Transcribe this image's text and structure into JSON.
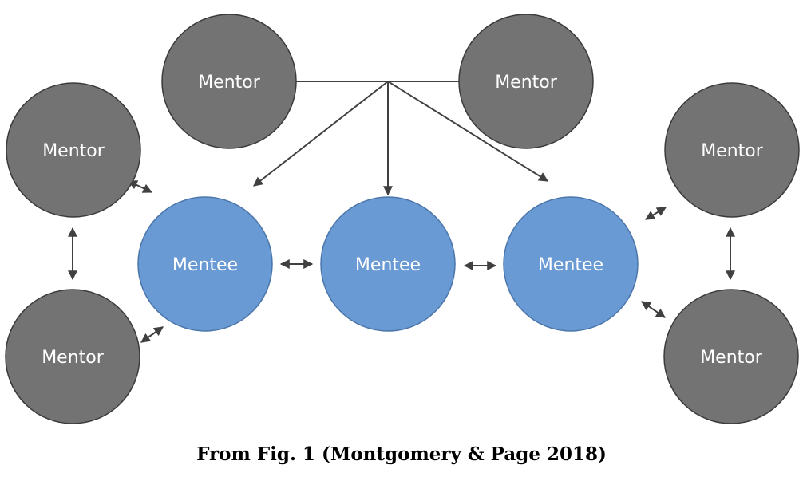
{
  "nodes": {
    "mentor_top_left": {
      "label": "Mentor"
    },
    "mentor_top_right": {
      "label": "Mentor"
    },
    "mentor_left_upper": {
      "label": "Mentor"
    },
    "mentor_left_lower": {
      "label": "Mentor"
    },
    "mentor_right_upper": {
      "label": "Mentor"
    },
    "mentor_right_lower": {
      "label": "Mentor"
    },
    "mentee_left": {
      "label": "Mentee"
    },
    "mentee_center": {
      "label": "Mentee"
    },
    "mentee_right": {
      "label": "Mentee"
    }
  },
  "colors": {
    "mentor_fill": "#737373",
    "mentee_fill": "#6a9ad3",
    "node_stroke": "#3b3b3b",
    "connector": "#404040",
    "label_text": "#ffffff"
  },
  "caption": "From Fig. 1 (Montgomery & Page 2018)"
}
